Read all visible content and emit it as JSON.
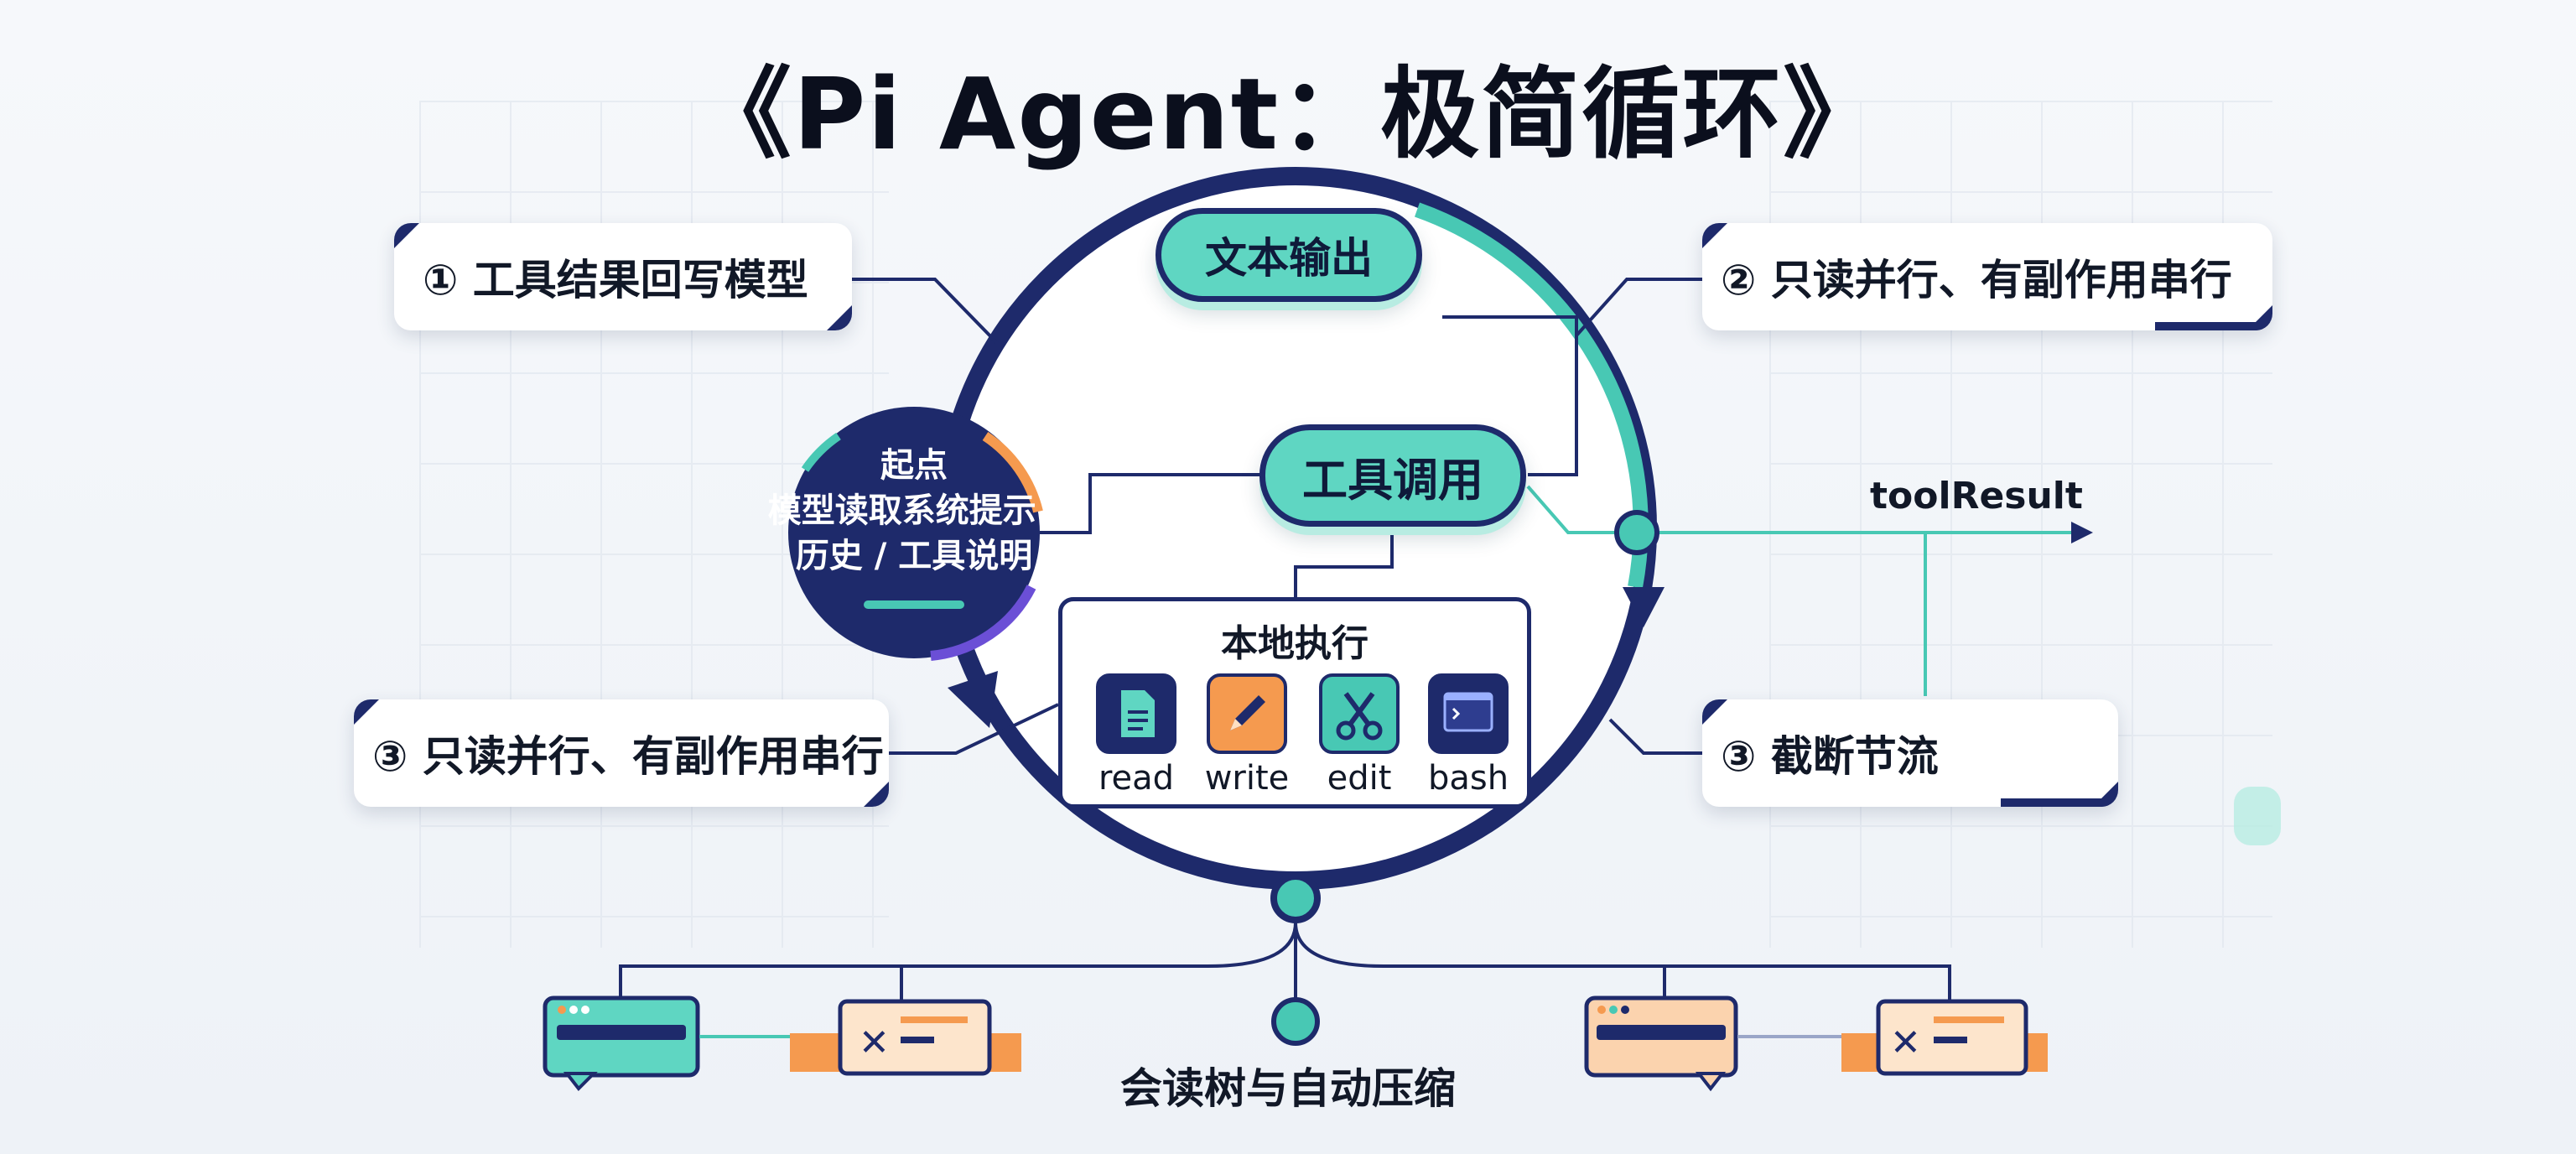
{
  "title": "《Pi Agent：极简循环》",
  "callouts": {
    "top_left": "① 工具结果回写模型",
    "top_right": "② 只读并行、有副作用串行",
    "bottom_left": "③ 只读并行、有副作用串行",
    "bottom_right": "③ 截断节流"
  },
  "pills": {
    "text_output": "文本输出",
    "tool_call": "工具调用"
  },
  "start": {
    "line1": "起点",
    "line2": "模型读取系统提示 /",
    "line3": "历史 / 工具说明"
  },
  "local_exec": {
    "title": "本地执行",
    "tools": [
      {
        "label": "read",
        "icon": "document-icon",
        "color": "#1e2a6b"
      },
      {
        "label": "write",
        "icon": "pencil-icon",
        "color": "#f59a4f"
      },
      {
        "label": "edit",
        "icon": "scissors-icon",
        "color": "#48c8b4"
      },
      {
        "label": "bash",
        "icon": "terminal-icon",
        "color": "#1e2a6b"
      }
    ]
  },
  "tool_result_label": "toolResult",
  "bottom_label": "会读树与自动压缩",
  "colors": {
    "navy": "#1e2a6b",
    "teal": "#48c8b4",
    "orange": "#f59a4f"
  }
}
